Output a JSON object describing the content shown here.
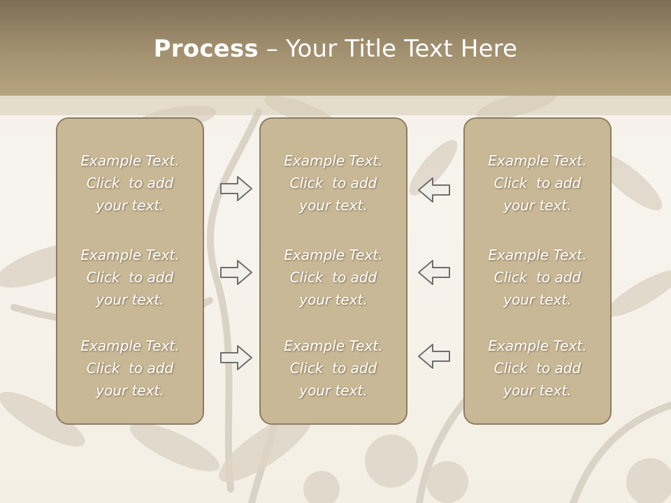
{
  "slide": {
    "title_bold": "Process",
    "title_separator": " – ",
    "title_rest": "Your Title Text Here"
  },
  "columns": [
    {
      "name": "left",
      "items": [
        {
          "line1": "Example Text.",
          "line2": "Click  to add",
          "line3": "your text."
        },
        {
          "line1": "Example Text.",
          "line2": "Click  to add",
          "line3": "your text."
        },
        {
          "line1": "Example Text.",
          "line2": "Click  to add",
          "line3": "your text."
        }
      ]
    },
    {
      "name": "center",
      "items": [
        {
          "line1": "Example Text.",
          "line2": "Click  to add",
          "line3": "your text."
        },
        {
          "line1": "Example Text.",
          "line2": "Click  to add",
          "line3": "your text."
        },
        {
          "line1": "Example Text.",
          "line2": "Click  to add",
          "line3": "your text."
        }
      ]
    },
    {
      "name": "right",
      "items": [
        {
          "line1": "Example Text.",
          "line2": "Click  to add",
          "line3": "your text."
        },
        {
          "line1": "Example Text.",
          "line2": "Click  to add",
          "line3": "your text."
        },
        {
          "line1": "Example Text.",
          "line2": "Click  to add",
          "line3": "your text."
        }
      ]
    }
  ],
  "arrows": {
    "left_group": "right-arrow-icon",
    "right_group": "left-arrow-icon"
  },
  "colors": {
    "header": "#9d8c6c",
    "panel_fill": "#c9b896",
    "panel_border": "#8c7d62",
    "arrow_stroke": "#6e6e6e"
  }
}
